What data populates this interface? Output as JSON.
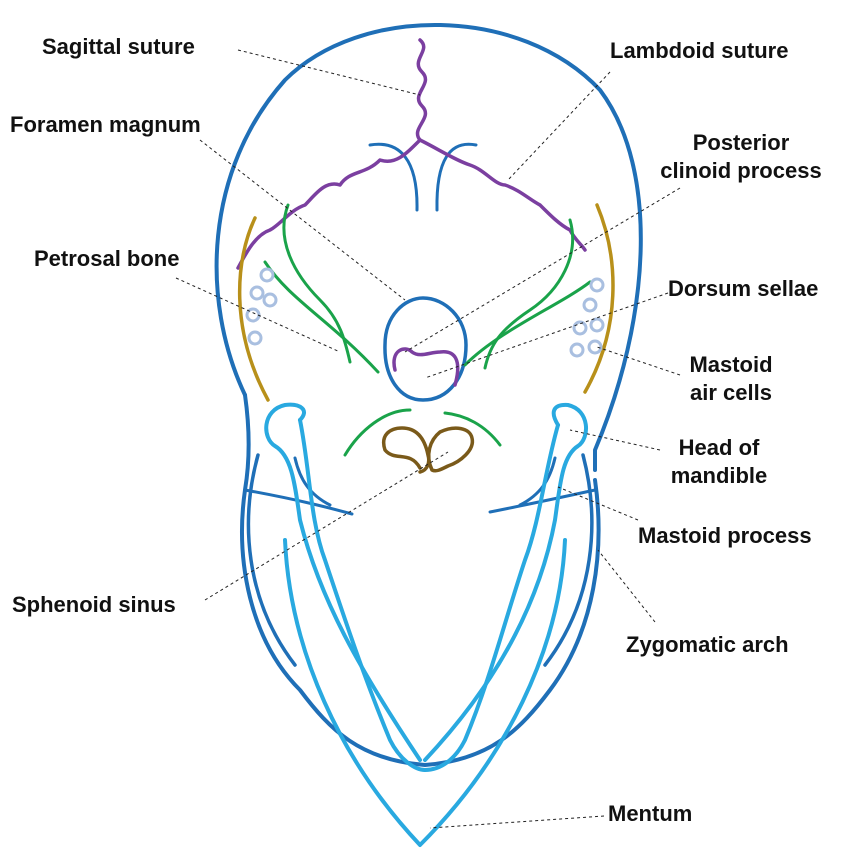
{
  "figure": {
    "labels": {
      "sagittal_suture": "Sagittal suture",
      "lambdoid_suture": "Lambdoid suture",
      "foramen_magnum": "Foramen magnum",
      "posterior_clinoid_1": "Posterior",
      "posterior_clinoid_2": "clinoid process",
      "petrosal_bone": "Petrosal bone",
      "dorsum_sellae": "Dorsum sellae",
      "mastoid_air_1": "Mastoid",
      "mastoid_air_2": "air cells",
      "head_mandible_1": "Head of",
      "head_mandible_2": "mandible",
      "mastoid_process": "Mastoid process",
      "sphenoid_sinus": "Sphenoid sinus",
      "zygomatic_arch": "Zygomatic arch",
      "mentum": "Mentum"
    },
    "colors": {
      "skull_outline": "#1f6fb7",
      "sutures": "#7b3fa0",
      "petrosal": "#1aa34a",
      "mastoid_process": "#b8901a",
      "mandible": "#29a9e0",
      "air_cells": "#a9bfe0",
      "sphenoid_sinus": "#7a5a1a",
      "leader_lines": "#222222",
      "label_text": "#111111"
    }
  }
}
